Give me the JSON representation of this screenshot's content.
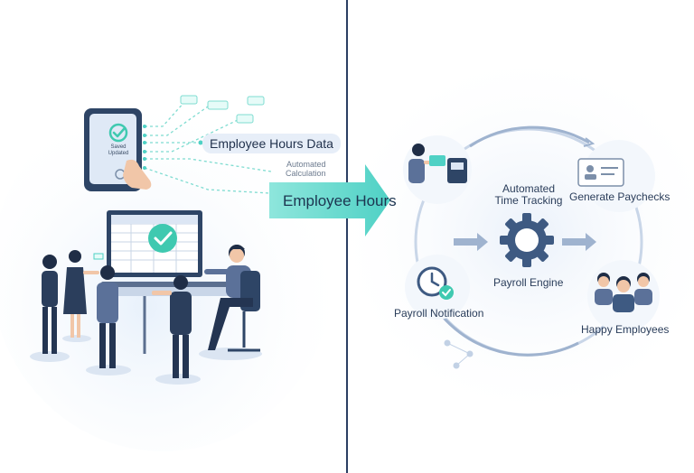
{
  "scene": {
    "labels": {
      "employee_hours_data": "Employee Hours Data",
      "automated_calculation_line1": "Automated",
      "automated_calculation_line2": "Calculation",
      "device_screen_line1": "Saved",
      "device_screen_line2": "Updated",
      "center_arrow": "Employee Hours",
      "automated_time_tracking_line1": "Automated",
      "automated_time_tracking_line2": "Time Tracking",
      "generate_paychecks": "Generate Paychecks",
      "payroll_engine": "Payroll Engine",
      "payroll_notification": "Payroll Notification",
      "happy_employees": "Happy Employees"
    },
    "colors": {
      "accent_teal": "#4fd1c5",
      "navy": "#2b3e5c",
      "light_blue": "#dce6f4",
      "divider": "#2b3e63",
      "gear": "#3e5a82",
      "check_green": "#3fc9b0"
    },
    "icons": {
      "gear": "dollar-gear-icon",
      "clock": "clock-check-icon",
      "card": "id-card-icon",
      "check": "check-icon"
    }
  }
}
